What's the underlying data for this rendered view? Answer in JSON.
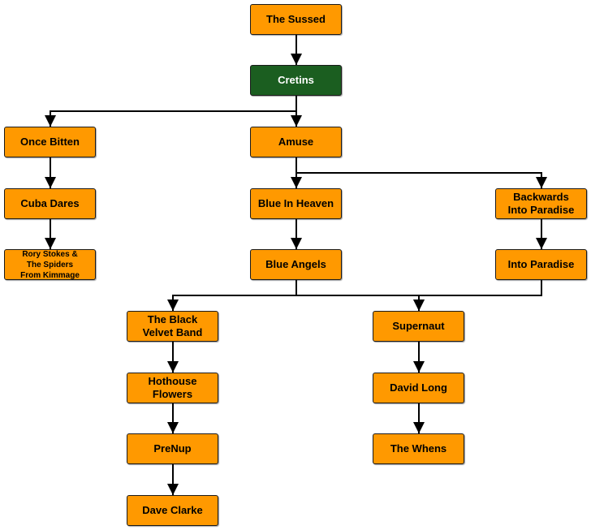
{
  "colors": {
    "node_fill": "#ff9900",
    "highlight_fill": "#1b5e20",
    "edge": "#000000"
  },
  "nodes": {
    "sussed": "The Sussed",
    "cretins": "Cretins",
    "once_bitten": "Once Bitten",
    "amuse": "Amuse",
    "cuba_dares": "Cuba Dares",
    "blue_in_heaven": "Blue In Heaven",
    "backwards_into_paradise": "Backwards\nInto Paradise",
    "rory_stokes": "Rory Stokes &\nThe Spiders\nFrom Kimmage",
    "blue_angels": "Blue Angels",
    "into_paradise": "Into Paradise",
    "black_velvet_band": "The Black\nVelvet Band",
    "supernaut": "Supernaut",
    "hothouse_flowers": "Hothouse\nFlowers",
    "david_long": "David Long",
    "prenup": "PreNup",
    "the_whens": "The Whens",
    "dave_clarke": "Dave Clarke"
  },
  "edges": [
    [
      "sussed",
      "cretins"
    ],
    [
      "cretins",
      "once_bitten"
    ],
    [
      "cretins",
      "amuse"
    ],
    [
      "once_bitten",
      "cuba_dares"
    ],
    [
      "cuba_dares",
      "rory_stokes"
    ],
    [
      "amuse",
      "blue_in_heaven"
    ],
    [
      "amuse",
      "backwards_into_paradise"
    ],
    [
      "blue_in_heaven",
      "blue_angels"
    ],
    [
      "backwards_into_paradise",
      "into_paradise"
    ],
    [
      "blue_angels",
      "black_velvet_band"
    ],
    [
      "blue_angels",
      "supernaut"
    ],
    [
      "into_paradise",
      "supernaut"
    ],
    [
      "black_velvet_band",
      "hothouse_flowers"
    ],
    [
      "hothouse_flowers",
      "prenup"
    ],
    [
      "prenup",
      "dave_clarke"
    ],
    [
      "supernaut",
      "david_long"
    ],
    [
      "david_long",
      "the_whens"
    ]
  ]
}
